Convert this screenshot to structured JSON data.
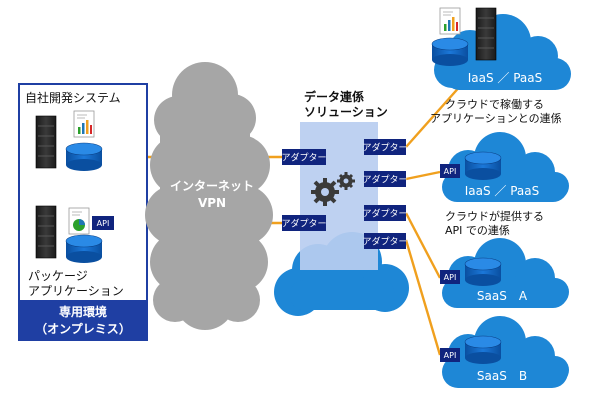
{
  "onprem": {
    "system_label": "自社開発システム",
    "package_label_line1": "パッケージ",
    "package_label_line2": "アプリケーション",
    "footer_line1": "専用環境",
    "footer_line2": "（オンプレミス）",
    "api_badge": "API"
  },
  "network": {
    "label_line1": "インターネット",
    "label_line2": "VPN"
  },
  "solution": {
    "title_line1": "データ連係",
    "title_line2": "ソリューション",
    "adapter_label": "アダプター"
  },
  "clouds": [
    {
      "label": "IaaS ／ PaaS",
      "badge": ""
    },
    {
      "label": "IaaS ／ PaaS",
      "badge": "API"
    },
    {
      "label": "SaaS　A",
      "badge": "API"
    },
    {
      "label": "SaaS　B",
      "badge": "API"
    }
  ],
  "annotations": {
    "app_link_line1": "クラウドで稼働する",
    "app_link_line2": "アプリケーションとの連係",
    "api_link_line1": "クラウドが提供する",
    "api_link_line2": "API での連係"
  },
  "colors": {
    "onprem_border": "#1f3fa3",
    "onprem_footer": "#1f3fa3",
    "cloud_blue": "#1e87d6",
    "internet_gray": "#a6a6a6",
    "solution_panel": "#b9cdf0",
    "adapter_fill": "#10247e",
    "connector": "#f0a01e",
    "database": "#0e5fb8"
  }
}
